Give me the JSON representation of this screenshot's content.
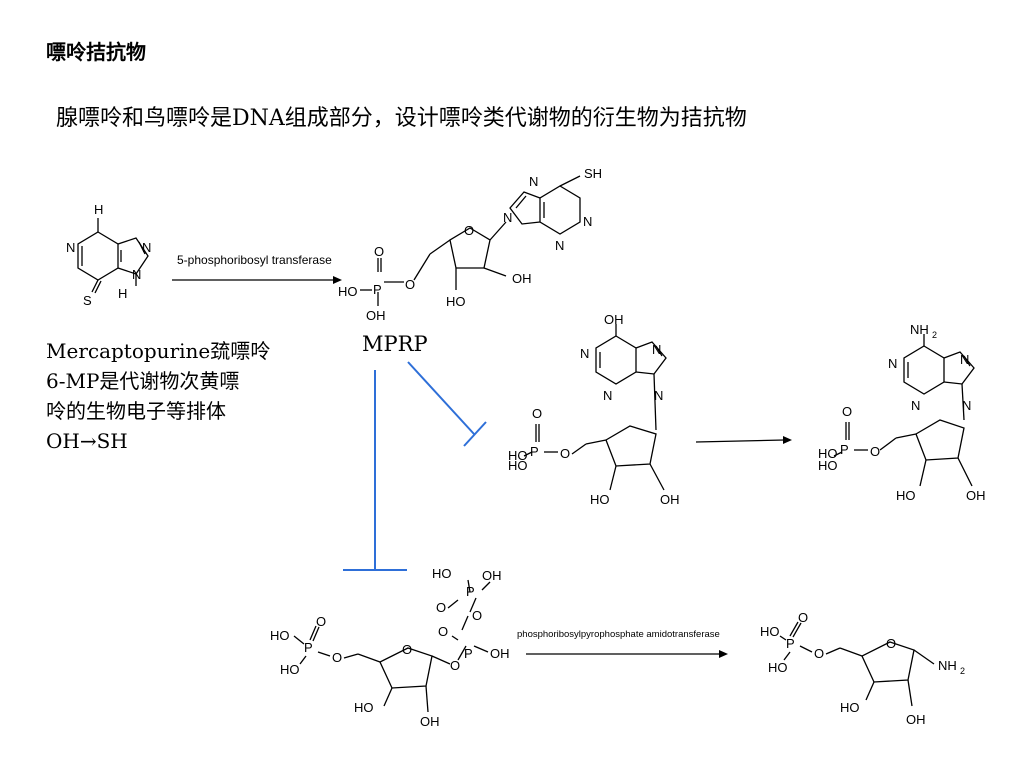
{
  "title": "嘌呤拮抗物",
  "subtitle": "腺嘌呤和鸟嘌呤是DNA组成部分，设计嘌呤类代谢物的衍生物为拮抗物",
  "note_lines": [
    "Mercaptopurine巯嘌呤",
    "6-MP是代谢物次黄嘌",
    "呤的生物电子等排体",
    "OH→SH"
  ],
  "mprp_label": "MPRP",
  "enzymes": {
    "first": "5-phosphoribosyl transferase",
    "second": "phosphoribosylpyrophosphate amidotransferase"
  },
  "atoms": {
    "H": "H",
    "N": "N",
    "S": "S",
    "SH": "SH",
    "O": "O",
    "P": "P",
    "HO": "HO",
    "OH": "OH",
    "NH2": "NH",
    "sub2": "2"
  },
  "colors": {
    "inhibition": "#2e6fd8",
    "text": "#000000"
  }
}
